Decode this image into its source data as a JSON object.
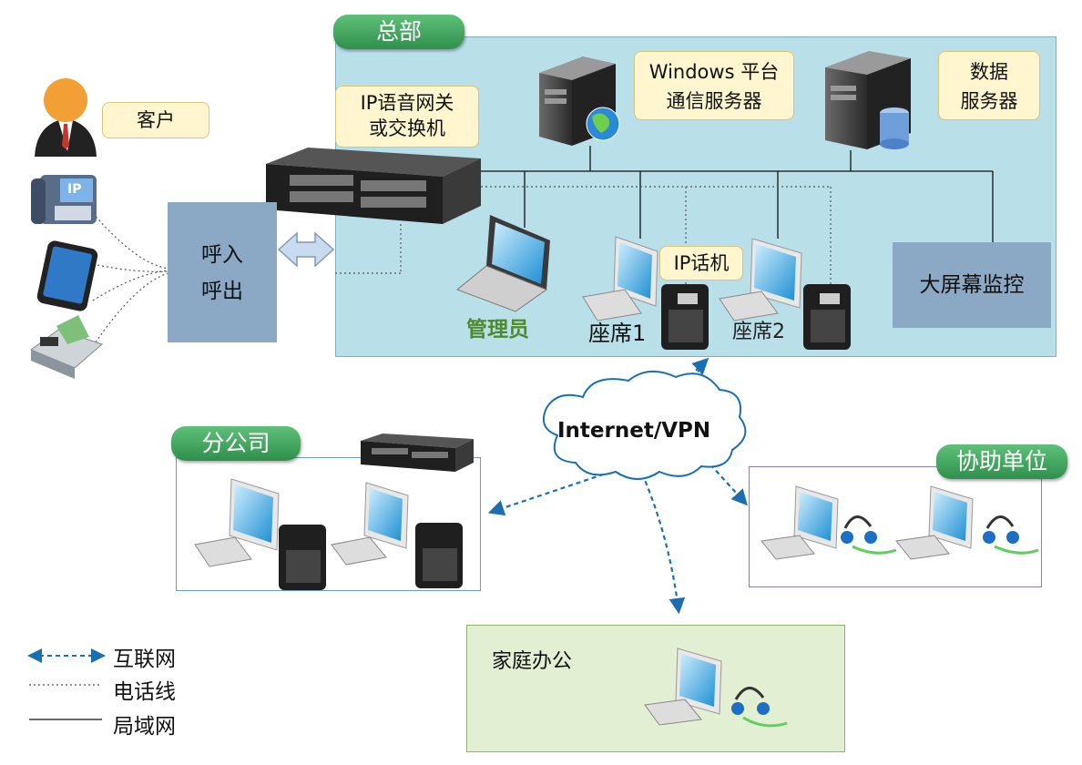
{
  "hq": {
    "title": "总部"
  },
  "branch": {
    "title": "分公司"
  },
  "partner": {
    "title": "协助单位"
  },
  "home": {
    "title": "家庭办公"
  },
  "customer": {
    "label": "客户"
  },
  "call_box": {
    "line1": "呼入",
    "line2": "呼出"
  },
  "gateway": {
    "line1": "IP语音网关",
    "line2": "或交换机"
  },
  "windows_server": {
    "line1": "Windows 平台",
    "line2": "通信服务器"
  },
  "data_server": {
    "line1": "数据",
    "line2": "服务器"
  },
  "ip_phone": {
    "label": "IP话机"
  },
  "admin": {
    "label": "管理员"
  },
  "seat1": {
    "label": "座席1"
  },
  "seat2": {
    "label": "座席2"
  },
  "bigscreen": {
    "label": "大屏幕监控"
  },
  "cloud": {
    "label": "Internet/VPN"
  },
  "phone_screen": {
    "label": "IP"
  },
  "legend": [
    {
      "label": "互联网"
    },
    {
      "label": "电话线"
    },
    {
      "label": "局域网"
    }
  ],
  "colors": {
    "internet_line": "#1a6fb3",
    "phone_line": "#555555",
    "lan_line": "#111111",
    "hq_bg": "#b9dfe9",
    "pill_green": "#3a9a57",
    "admin_text": "#4e8a2e"
  }
}
